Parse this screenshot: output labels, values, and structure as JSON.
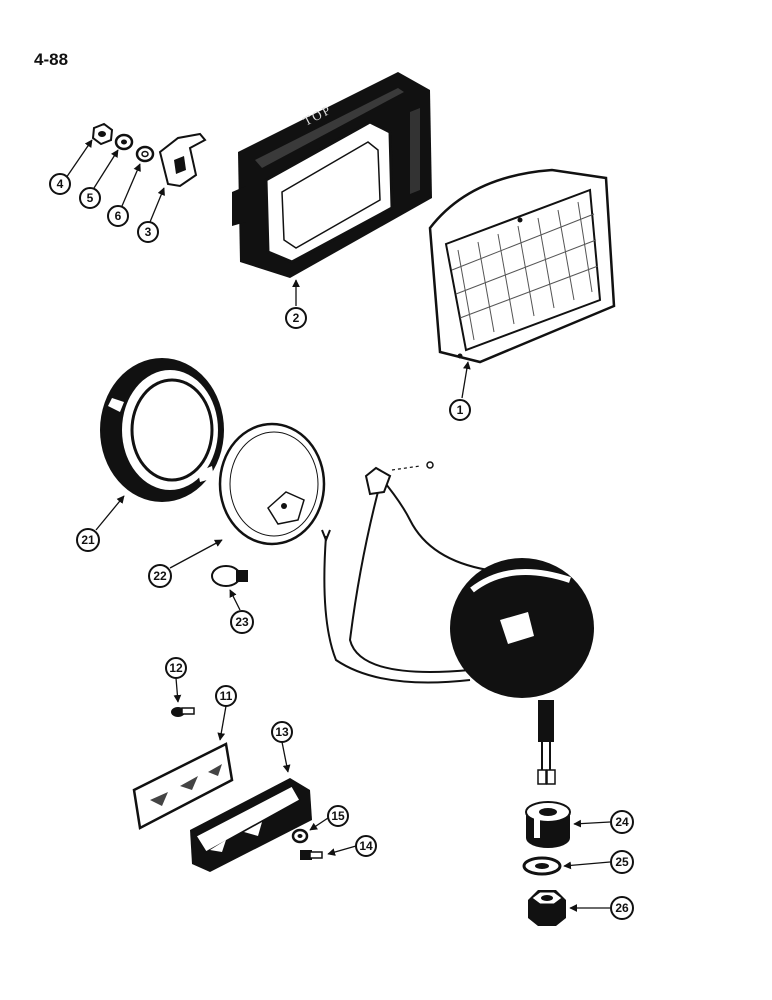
{
  "page_number": "4-88",
  "stamp_text": "TOP",
  "callouts": [
    {
      "id": "c4",
      "label": "4"
    },
    {
      "id": "c5",
      "label": "5"
    },
    {
      "id": "c6",
      "label": "6"
    },
    {
      "id": "c3",
      "label": "3"
    },
    {
      "id": "c2",
      "label": "2"
    },
    {
      "id": "c1",
      "label": "1"
    },
    {
      "id": "c21",
      "label": "21"
    },
    {
      "id": "c22",
      "label": "22"
    },
    {
      "id": "c23",
      "label": "23"
    },
    {
      "id": "c12",
      "label": "12"
    },
    {
      "id": "c11",
      "label": "11"
    },
    {
      "id": "c13",
      "label": "13"
    },
    {
      "id": "c15",
      "label": "15"
    },
    {
      "id": "c14",
      "label": "14"
    },
    {
      "id": "c24",
      "label": "24"
    },
    {
      "id": "c25",
      "label": "25"
    },
    {
      "id": "c26",
      "label": "26"
    }
  ]
}
